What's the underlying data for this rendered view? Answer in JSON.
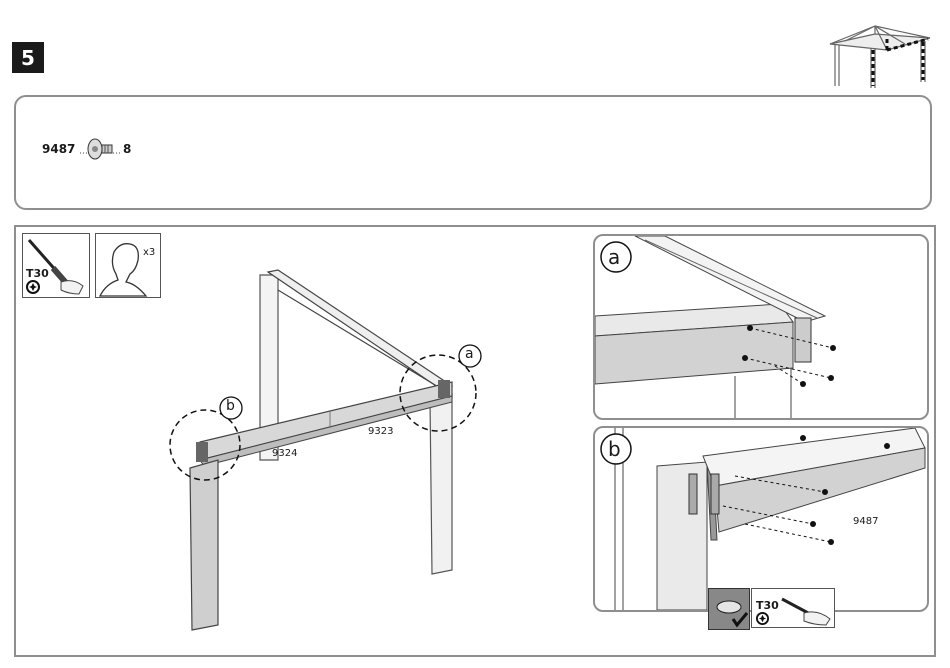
{
  "step": {
    "number": "5"
  },
  "parts": {
    "code": "9487",
    "quantity": "8"
  },
  "tools": {
    "driver_size": "T30",
    "people": "x3"
  },
  "main_diagram": {
    "beam_left_code": "9324",
    "beam_right_code": "9323",
    "callout_a": "a",
    "callout_b": "b"
  },
  "detail_a": {
    "label": "a"
  },
  "detail_b": {
    "label": "b",
    "part_code": "9487",
    "driver_size": "T30"
  }
}
